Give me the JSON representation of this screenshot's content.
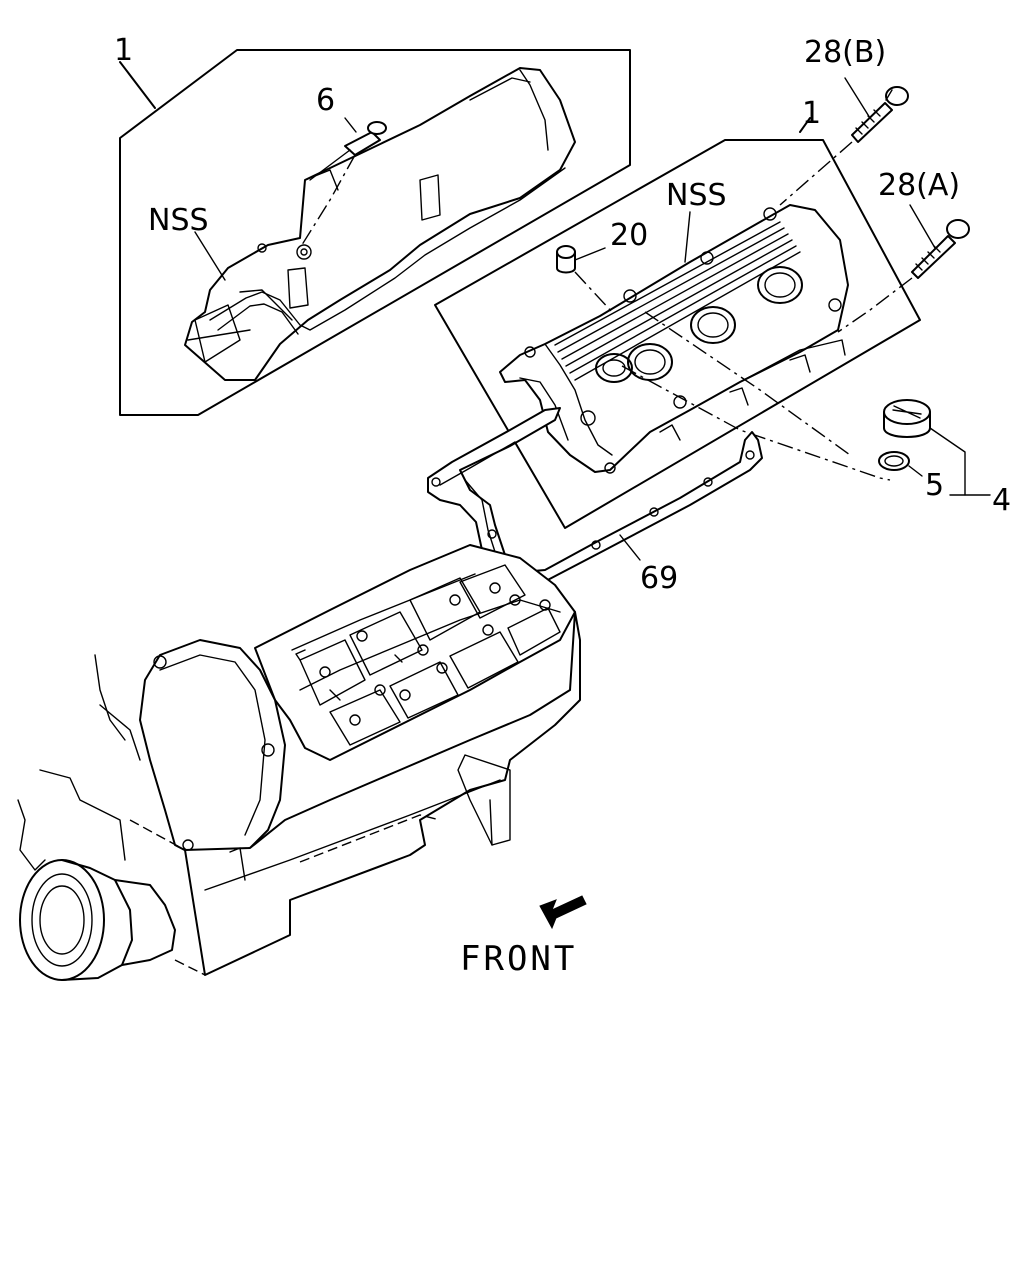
{
  "labels": {
    "cover_left_ref": "1",
    "cover_right_ref": "1",
    "stud": "6",
    "nss_left": "NSS",
    "nss_right": "NSS",
    "bolt_b": "28(B)",
    "bolt_a": "28(A)",
    "grommet": "20",
    "oil_cap": "4",
    "oil_cap_seal": "5",
    "gasket": "69",
    "front": "FRONT"
  },
  "icons": {
    "front_arrow": "arrow-down-left-icon"
  }
}
